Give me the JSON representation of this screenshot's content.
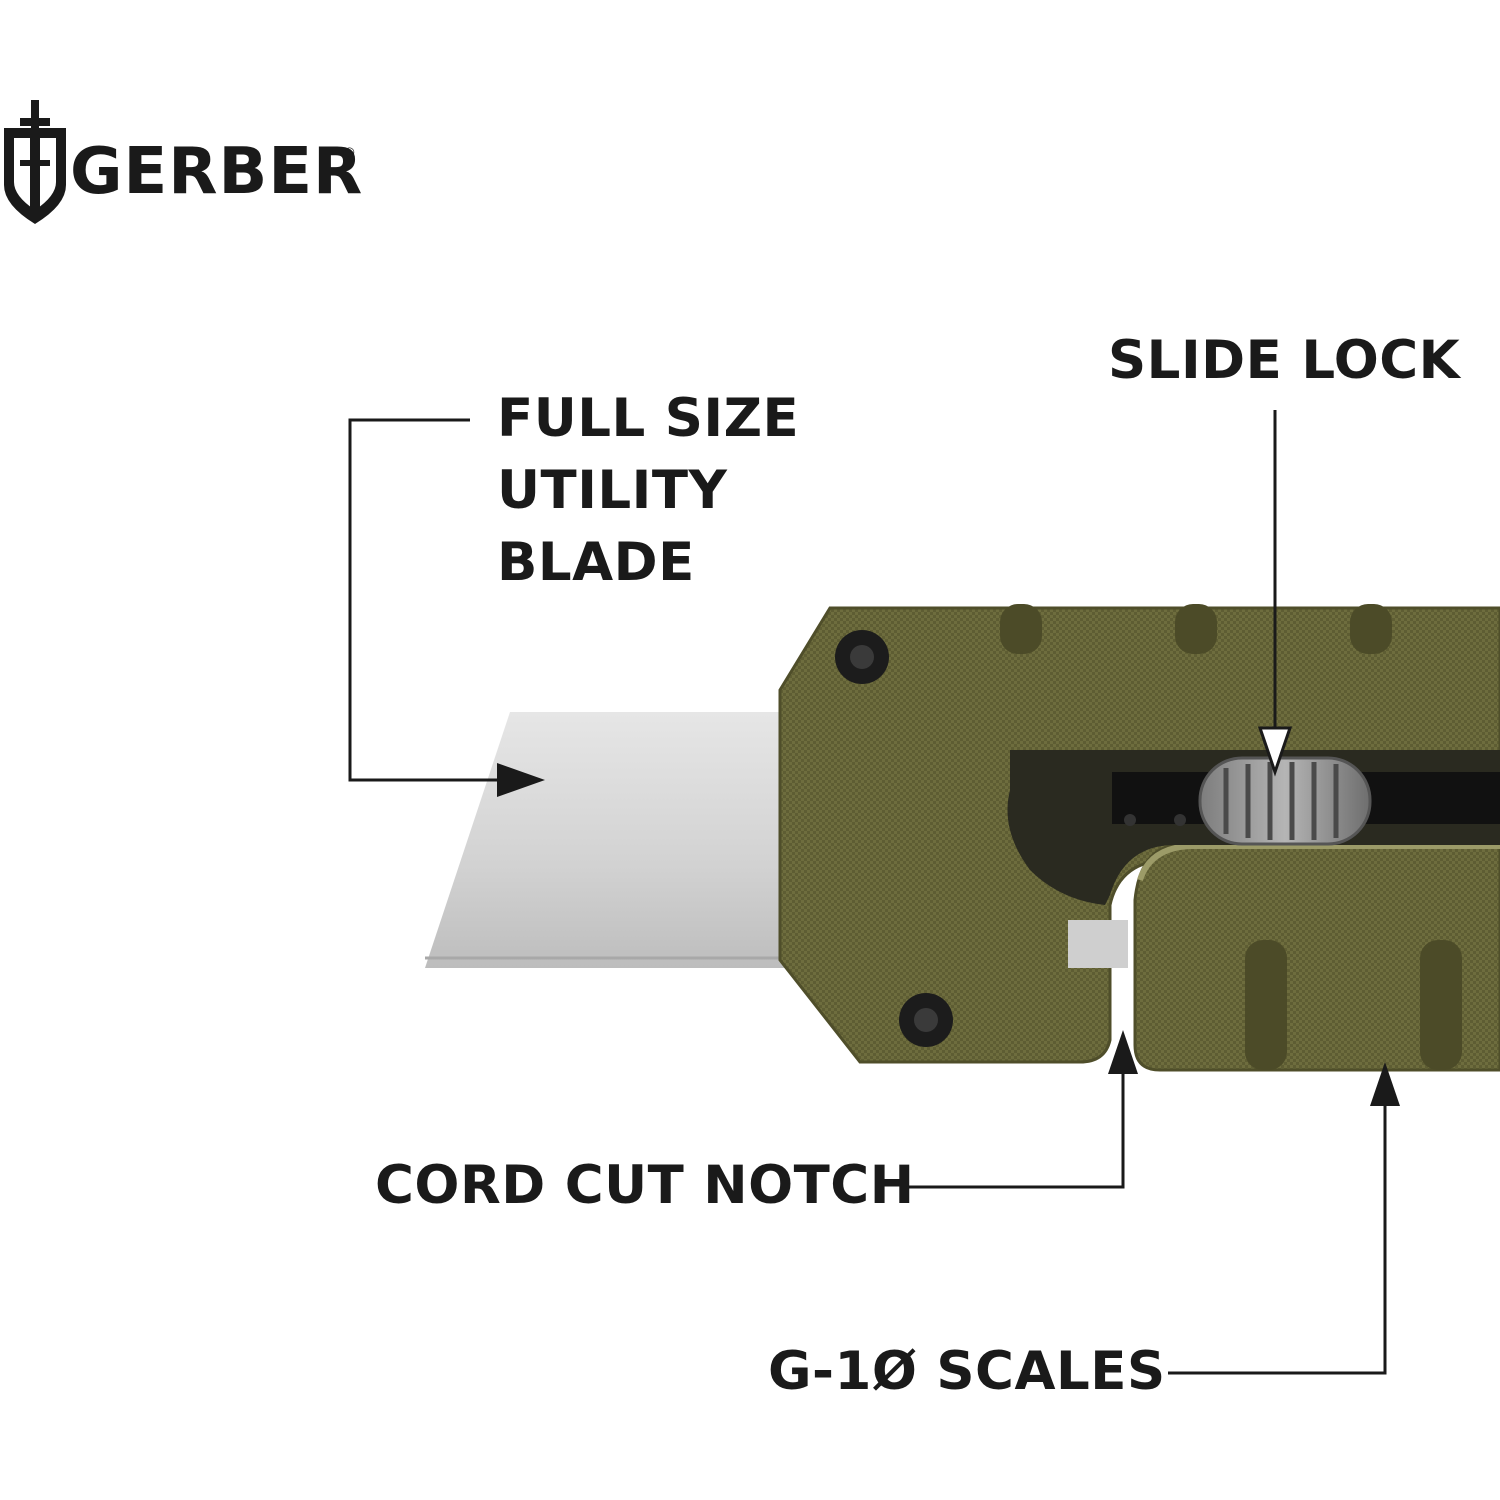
{
  "brand": {
    "logo_text": "GERBER",
    "registered_mark": "®",
    "logo_icon": "gerber-sword-shield-icon"
  },
  "callouts": {
    "blade": [
      "FULL SIZE",
      "UTILITY",
      "BLADE"
    ],
    "slide_lock": "SLIDE LOCK",
    "cord_cut": "CORD CUT NOTCH",
    "scales": "G-1Ø SCALES"
  },
  "colors": {
    "text": "#1a1a1a",
    "leader_lines": "#1a1a1a",
    "handle_green": "#6b6a3c",
    "handle_highlight": "#8a8a55",
    "blade_steel": "#d9d9d9",
    "slide_button": "#9a9a9a",
    "background": "#ffffff"
  }
}
